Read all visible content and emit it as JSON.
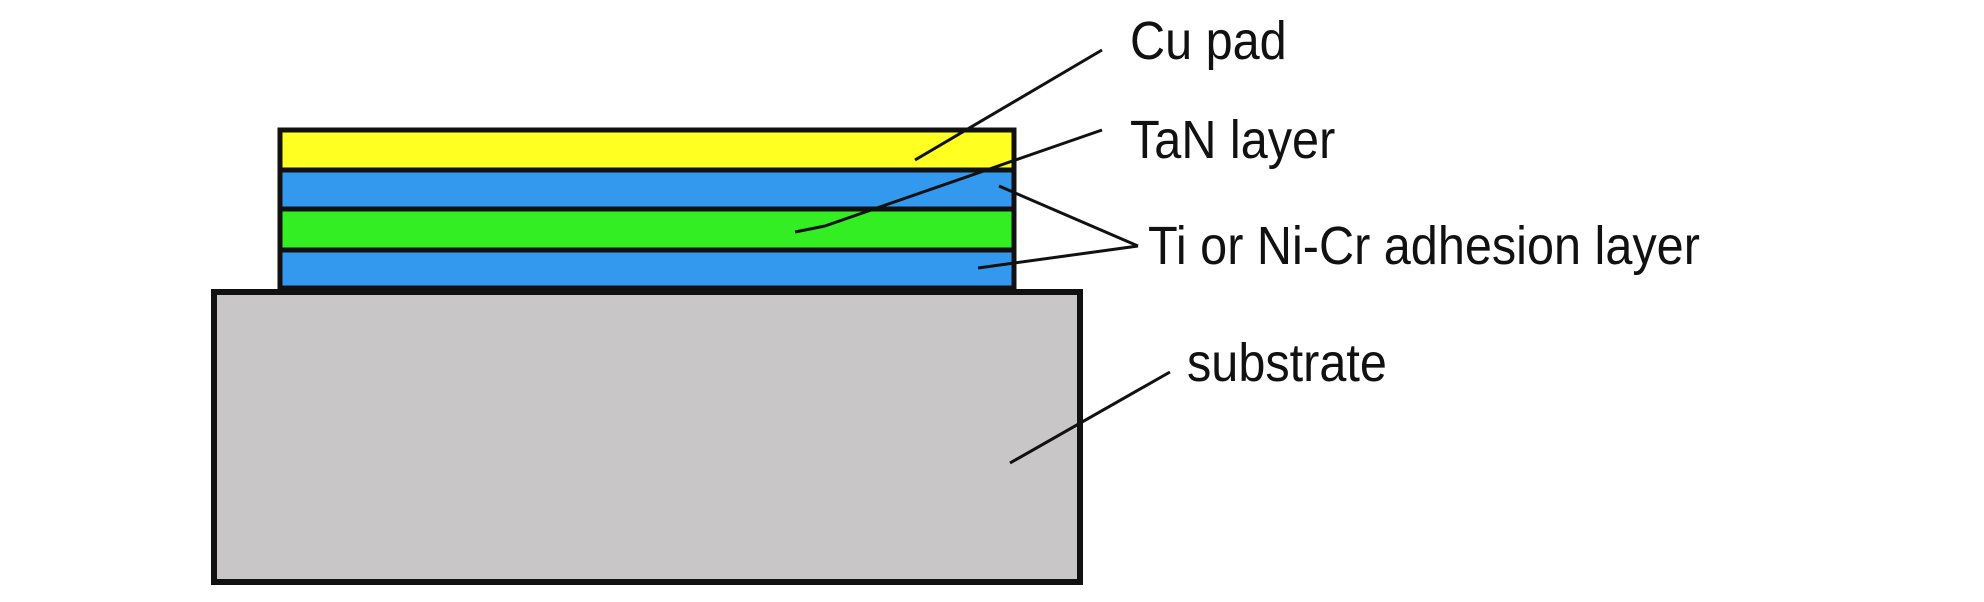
{
  "labels": {
    "cu_pad": "Cu pad",
    "tan_layer": "TaN layer",
    "adhesion_layer": "Ti or Ni-Cr adhesion layer",
    "substrate": "substrate"
  },
  "colors": {
    "cu_pad": "#ffff22",
    "adhesion_layer": "#3399ee",
    "tan_layer": "#33ee22",
    "substrate": "#c8c6c7",
    "outline": "#111111"
  }
}
